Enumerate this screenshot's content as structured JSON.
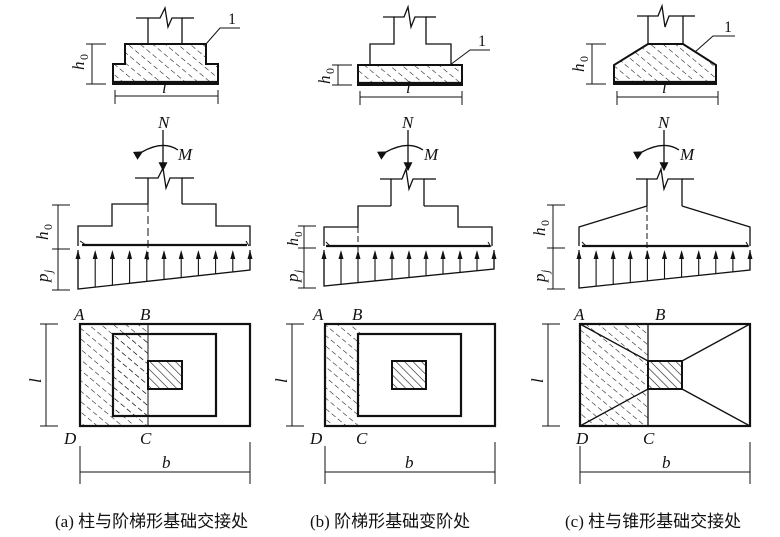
{
  "figure": {
    "panels": [
      {
        "id": "a",
        "caption": "(a) 柱与阶梯形基础交接处",
        "section_type": "stepped",
        "callout_label": "1",
        "dim_h0": "h",
        "dim_h0_sub": "0",
        "dim_l": "l",
        "dim_pj": "p",
        "dim_pj_sub": "j",
        "dim_b": "b",
        "load_N": "N",
        "load_M": "M",
        "corner_A": "A",
        "corner_B": "B",
        "corner_C": "C",
        "corner_D": "D"
      },
      {
        "id": "b",
        "caption": "(b) 阶梯形基础变阶处",
        "section_type": "stepped-change",
        "callout_label": "1",
        "dim_h0": "h",
        "dim_h0_sub": "0",
        "dim_l": "l",
        "dim_pj": "p",
        "dim_pj_sub": "j",
        "dim_b": "b",
        "load_N": "N",
        "load_M": "M",
        "corner_A": "A",
        "corner_B": "B",
        "corner_C": "C",
        "corner_D": "D"
      },
      {
        "id": "c",
        "caption": "(c) 柱与锥形基础交接处",
        "section_type": "tapered",
        "callout_label": "1",
        "dim_h0": "h",
        "dim_h0_sub": "0",
        "dim_l": "l",
        "dim_pj": "p",
        "dim_pj_sub": "j",
        "dim_b": "b",
        "load_N": "N",
        "load_M": "M",
        "corner_A": "A",
        "corner_B": "B",
        "corner_C": "C",
        "corner_D": "D"
      }
    ]
  }
}
